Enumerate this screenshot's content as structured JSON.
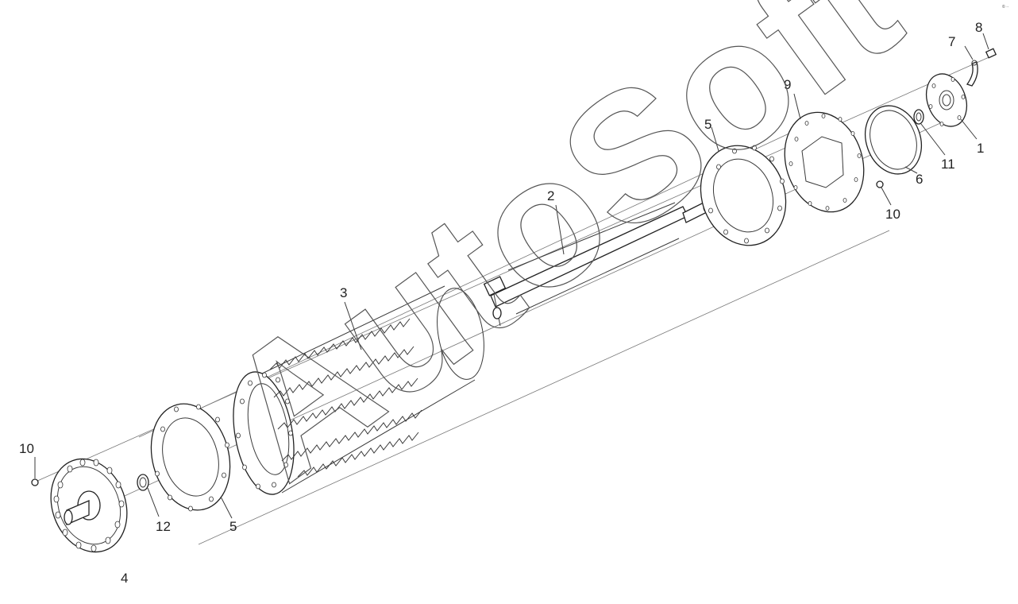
{
  "diagram": {
    "part_labels": [
      "1",
      "2",
      "3",
      "4",
      "5",
      "5",
      "6",
      "7",
      "8",
      "9",
      "10",
      "10",
      "11",
      "12"
    ],
    "watermark": "AutoSoft",
    "corner_mark": "© ··"
  }
}
